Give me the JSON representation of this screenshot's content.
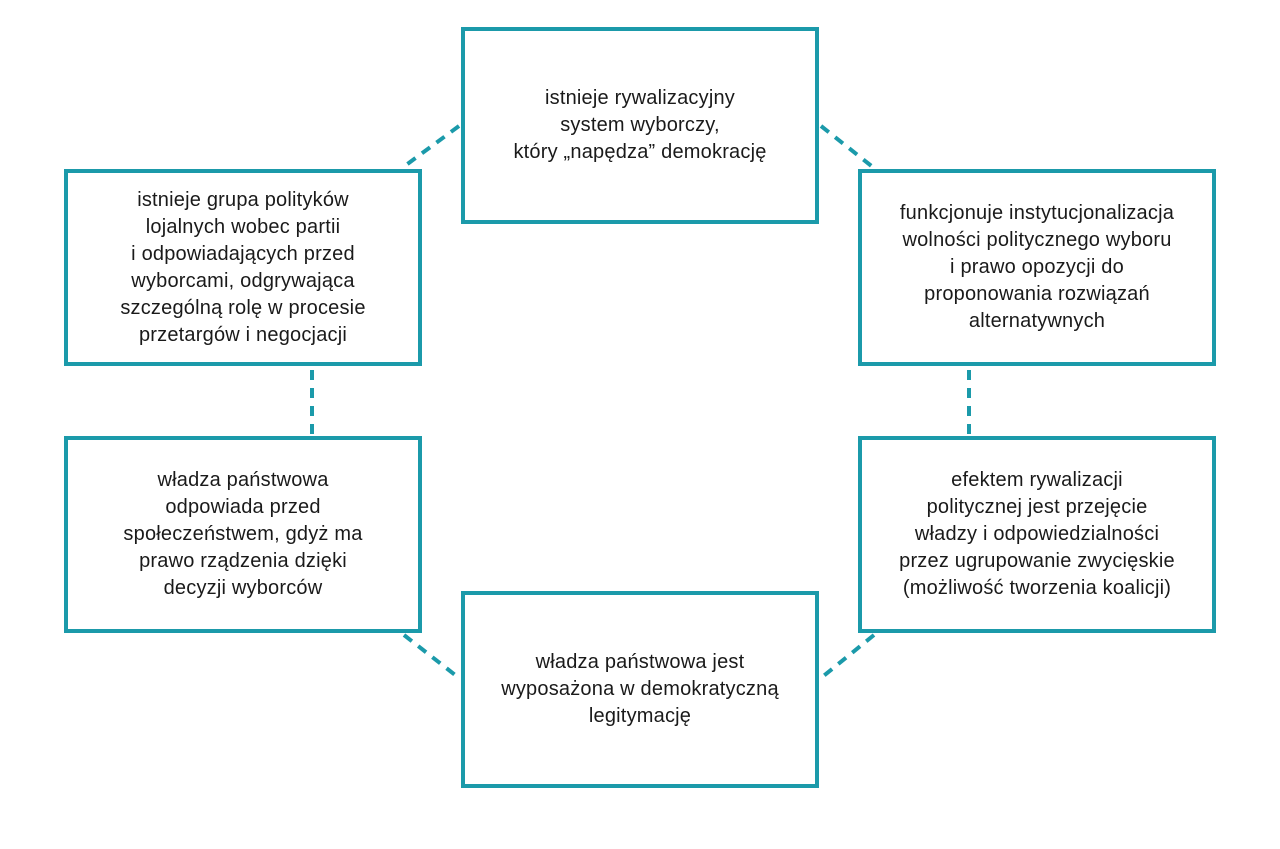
{
  "colors": {
    "accent": "#1b9aaa",
    "text": "#1a1a1a",
    "background": "#ffffff"
  },
  "nodes": {
    "top": "istnieje rywalizacyjny\nsystem wyborczy,\nktóry „napędza” demokrację",
    "left1": "istnieje grupa polityków\nlojalnych wobec partii\ni odpowiadających przed\nwyborcami, odgrywająca\nszczególną rolę w procesie\nprzetargów i negocjacji",
    "right1": "funkcjonuje instytucjonalizacja\nwolności politycznego wyboru\ni prawo opozycji do\nproponowania rozwiązań\nalternatywnych",
    "left2": "władza państwowa\nodpowiada przed\nspołeczeństwem, gdyż ma\nprawo rządzenia dzięki\ndecyzji wyborców",
    "right2": "efektem rywalizacji\npolitycznej jest przejęcie\nwładzy i odpowiedzialności\nprzez ugrupowanie zwycięskie\n(możliwość tworzenia koalicji)",
    "bottom": "władza państwowa jest\nwyposażona w demokratyczną\nlegitymację"
  }
}
